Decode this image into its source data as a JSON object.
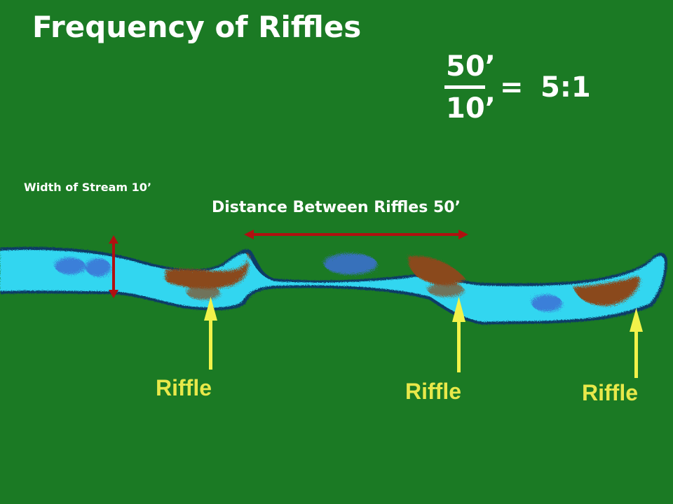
{
  "title": "Frequency of Riffles",
  "ratio": {
    "numerator": "50’",
    "denominator": "10’",
    "equals": "=",
    "result": "5:1"
  },
  "labels": {
    "width_of_stream": "Width of Stream 10’",
    "distance_between_riffles": "Distance Between Riffles 50’"
  },
  "riffles": [
    "Riffle",
    "Riffle",
    "Riffle"
  ],
  "colors": {
    "background": "#1b7a24",
    "water": "#33d6f0",
    "riffle_gravel": "#8a4a1c",
    "measure_arrow": "#b01010",
    "riffle_arrow": "#f2f24a",
    "text": "#ffffff",
    "riffle_text": "#e8e84a"
  }
}
